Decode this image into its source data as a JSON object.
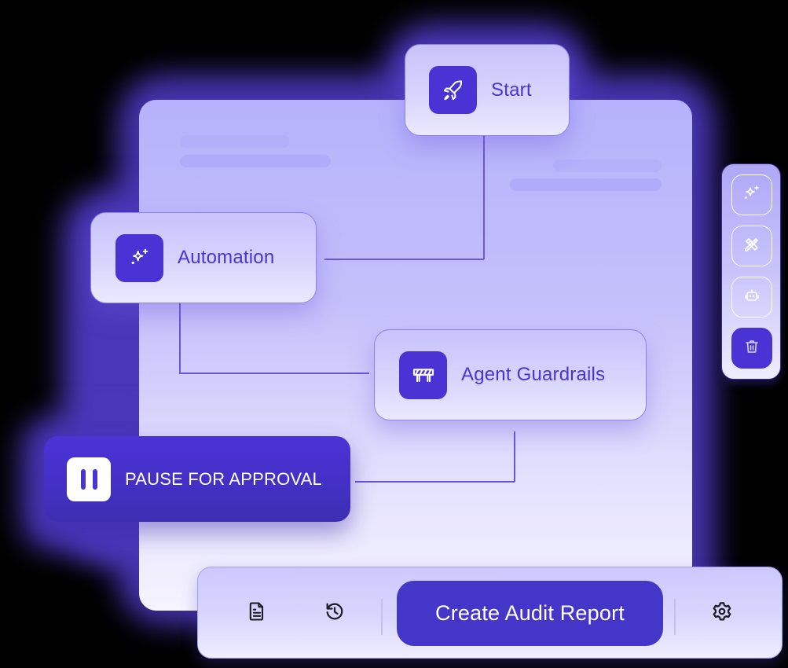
{
  "workflow": {
    "nodes": {
      "start": {
        "label": "Start",
        "icon": "rocket-icon"
      },
      "automation": {
        "label": "Automation",
        "icon": "sparkles-icon"
      },
      "guardrails": {
        "label": "Agent Guardrails",
        "icon": "barrier-icon"
      },
      "pause": {
        "label": "PAUSE FOR APPROVAL",
        "icon": "pause-icon"
      }
    }
  },
  "side_toolbar": {
    "buttons": [
      {
        "name": "ai-sparkles",
        "icon": "sparkles-icon",
        "active": false
      },
      {
        "name": "design-tools",
        "icon": "pencil-ruler-icon",
        "active": false
      },
      {
        "name": "bot",
        "icon": "robot-icon",
        "active": false
      },
      {
        "name": "delete",
        "icon": "trash-icon",
        "active": true
      }
    ]
  },
  "bottom_bar": {
    "icons": [
      "document-icon",
      "history-icon",
      "gear-icon"
    ],
    "primary_label": "Create Audit Report"
  },
  "colors": {
    "accent": "#4a33d4",
    "primary_button": "#4436c9",
    "connector": "#6a55db",
    "halo": "#4a36b8"
  }
}
